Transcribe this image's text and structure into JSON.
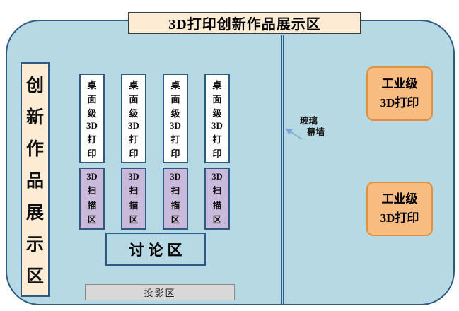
{
  "diagram": {
    "title": "3D打印创新作品展示区",
    "left_zone": {
      "label": "创新作品展示区",
      "segments": [
        "创",
        "新",
        "作",
        "品",
        "展",
        "示",
        "区"
      ]
    },
    "desktop_printer_zone": {
      "label": "桌面级3D打印",
      "segments": [
        "桌",
        "面",
        "级",
        "3D",
        "打",
        "印"
      ]
    },
    "scan_zone": {
      "label": "3D扫描区",
      "segments": [
        "3D",
        "扫",
        "描",
        "区"
      ]
    },
    "discussion_zone": {
      "label": "讨论区"
    },
    "projection_zone": {
      "label": "投影区"
    },
    "glass_wall": {
      "label": "玻璃幕墙",
      "lines": [
        "玻璃",
        "幕墙"
      ]
    },
    "industrial_zone": {
      "label": "工业级3D打印",
      "lines": [
        "工业级",
        "3D打印"
      ]
    }
  },
  "colors": {
    "area_fill": "#b7d9e4",
    "outline": "#2e5a84",
    "cream_fill": "#fdebd3",
    "lavender_fill": "#c9badb",
    "orange_fill": "#f8bc80",
    "orange_border": "#e0913f",
    "gray_fill": "#d8d8d8",
    "arrow_blue": "#7aa7d9"
  }
}
